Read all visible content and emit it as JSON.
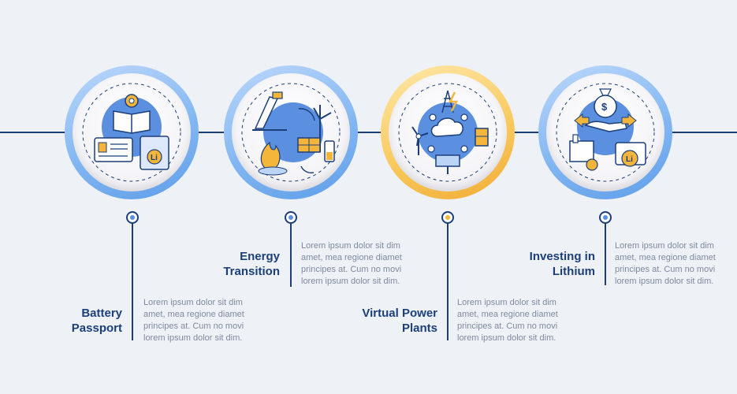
{
  "steps": [
    {
      "title": "Battery\nPassport",
      "body": "Lorem ipsum dolor sit dim\namet, mea regione diamet\nprincipes at. Cum no movi\nlorem ipsum dolor sit dim.",
      "icon": "battery-passport-icon",
      "accent": "#5b8fe0"
    },
    {
      "title": "Energy\nTransition",
      "body": "Lorem ipsum dolor sit dim\namet, mea regione diamet\nprincipes at. Cum no movi\nlorem ipsum dolor sit dim.",
      "icon": "energy-transition-icon",
      "accent": "#5b8fe0"
    },
    {
      "title": "Virtual Power\nPlants",
      "body": "Lorem ipsum dolor sit dim\namet, mea regione diamet\nprincipes at. Cum no movi\nlorem ipsum dolor sit dim.",
      "icon": "virtual-power-plant-icon",
      "accent": "#f4b53b"
    },
    {
      "title": "Investing in\nLithium",
      "body": "Lorem ipsum dolor sit dim\namet, mea regione diamet\nprincipes at. Cum no movi\nlorem ipsum dolor sit dim.",
      "icon": "lithium-investment-icon",
      "accent": "#5b8fe0"
    }
  ],
  "colors": {
    "navy": "#1c3f7a",
    "blue": "#5b8fe0",
    "orange": "#f4b53b",
    "text": "#8089a0",
    "background": "#eef1f6"
  }
}
